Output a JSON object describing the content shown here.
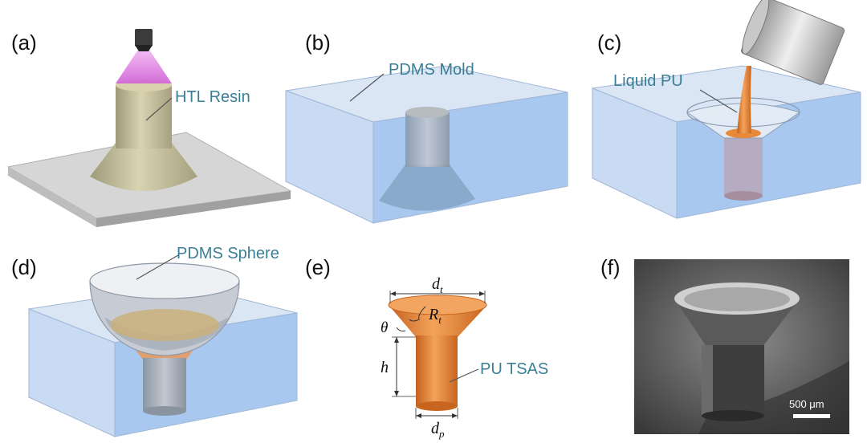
{
  "panels": {
    "a": {
      "label": "(a)",
      "callout": "HTL Resin"
    },
    "b": {
      "label": "(b)",
      "callout": "PDMS Mold"
    },
    "c": {
      "label": "(c)",
      "callout": "Liquid PU"
    },
    "d": {
      "label": "(d)",
      "callout": "PDMS Sphere"
    },
    "e": {
      "label": "(e)",
      "callout": "PU TSAS",
      "symbols": {
        "dt": "d",
        "dt_sub": "t",
        "rt": "R",
        "rt_sub": "t",
        "theta": "θ",
        "h": "h",
        "dp": "d",
        "dp_sub": "p"
      }
    },
    "f": {
      "label": "(f)",
      "scale_bar": "500 μm"
    }
  },
  "colors": {
    "callout_text": "#3a7f95",
    "mold_blue": "#a9c8ef",
    "resin_khaki": "#c7c09a",
    "pu_orange": "#e8893a",
    "light_violet": "#e58be6"
  }
}
